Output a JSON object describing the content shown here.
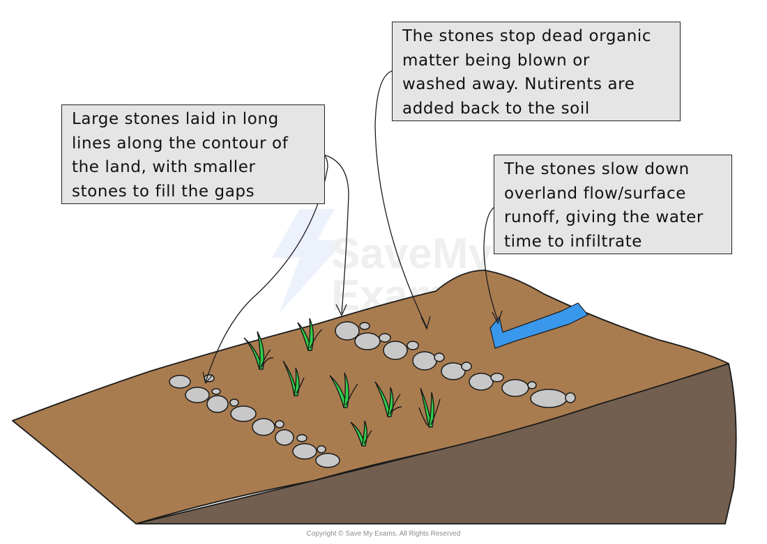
{
  "callouts": {
    "stone_lines": {
      "lines": [
        "Large stones laid in long",
        "lines along the contour of",
        "the land, with smaller",
        "stones to fill the gaps"
      ]
    },
    "organic_matter": {
      "lines": [
        "The stones stop dead organic",
        "matter being blown or",
        "washed away. Nutirents are",
        "added back to the soil"
      ]
    },
    "runoff": {
      "lines": [
        "The stones slow down",
        "overland flow/surface",
        "runoff, giving the water",
        "time to infiltrate"
      ]
    }
  },
  "watermark": "SaveMy Exams",
  "copyright": "Copyright © Save My Exams. All Rights Reserved",
  "colors": {
    "soil_top": "#a97c50",
    "soil_side": "#735f4f",
    "stone": "#c8c8c8",
    "plant_leaf": "#2ed04b",
    "arrow": "#3a98ec",
    "callout_bg": "#e5e5e5",
    "outline": "#1a1a1a"
  },
  "icons": {
    "flow_arrow": "water-flow-arrow-icon",
    "plant": "grass-tuft-icon",
    "stone": "stone-icon"
  }
}
